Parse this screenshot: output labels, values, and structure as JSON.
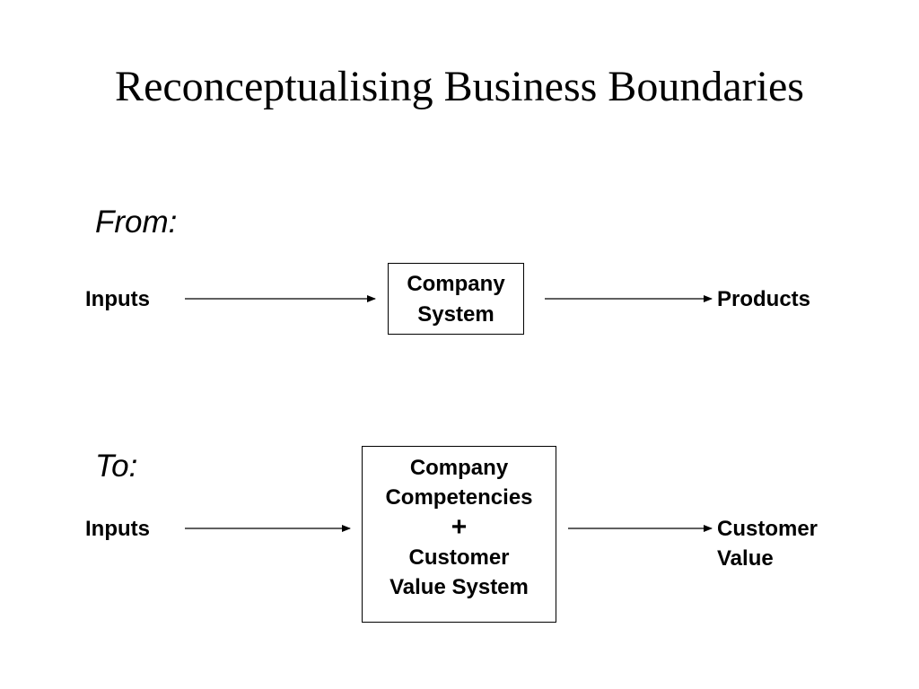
{
  "title": "Reconceptualising Business Boundaries",
  "from_section": {
    "label": "From:",
    "input": "Inputs",
    "box": {
      "line1": "Company",
      "line2": "System"
    },
    "output": "Products"
  },
  "to_section": {
    "label": "To:",
    "input": "Inputs",
    "box": {
      "line1": "Company",
      "line2": "Competencies",
      "plus": "+",
      "line3": "Customer",
      "line4": "Value System"
    },
    "output": {
      "line1": "Customer",
      "line2": "Value"
    }
  }
}
